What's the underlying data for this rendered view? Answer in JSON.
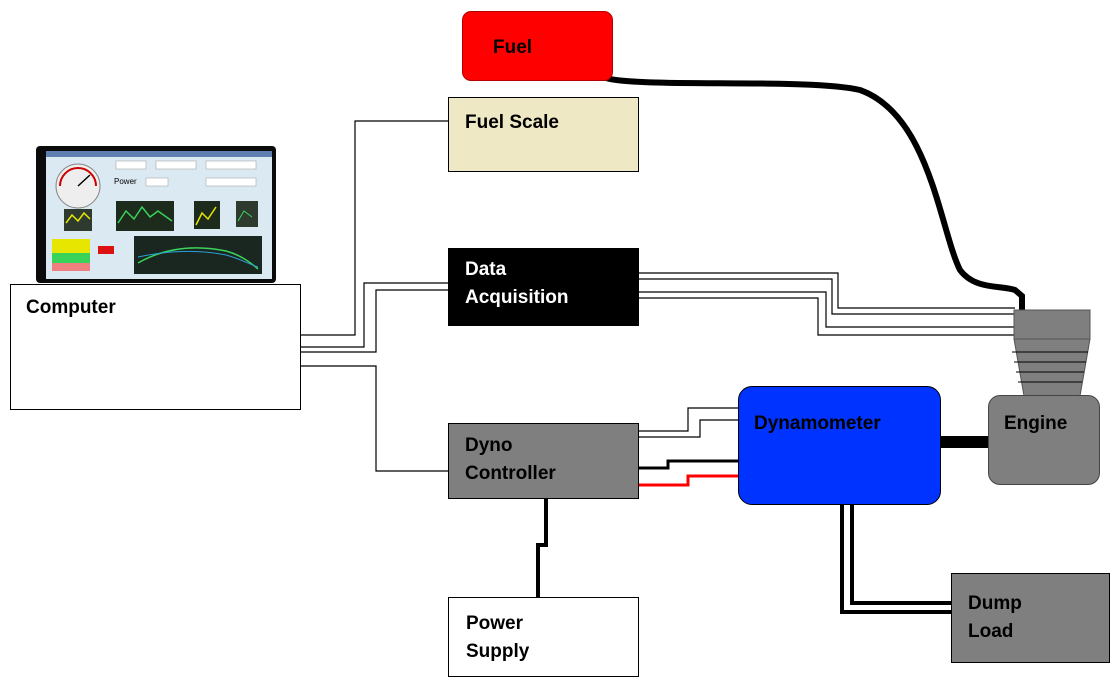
{
  "nodes": {
    "fuel": "Fuel",
    "fuel_scale": "Fuel Scale",
    "data_acquisition": "Data\nAcquisition",
    "computer": "Computer",
    "dyno_controller": "Dyno\nController",
    "dynamometer": "Dynamometer",
    "engine": "Engine",
    "power_supply": "Power\nSupply",
    "dump_load": "Dump\nLoad"
  },
  "colors": {
    "fuel": "#ff0000",
    "fuel_scale": "#efe8c4",
    "data_acquisition": "#000000",
    "dyno_controller": "#7f7f7f",
    "dynamometer": "#0033ff",
    "engine": "#7f7f7f",
    "dump_load": "#7f7f7f",
    "signal_wire_red": "#ff0000"
  },
  "connections": [
    {
      "from": "computer",
      "to": "fuel_scale",
      "style": "thin-single"
    },
    {
      "from": "computer",
      "to": "data_acquisition",
      "style": "thin-single"
    },
    {
      "from": "computer",
      "to": "dyno_controller",
      "style": "thin-single"
    },
    {
      "from": "fuel",
      "to": "engine",
      "style": "thick-black-hose"
    },
    {
      "from": "data_acquisition",
      "to": "engine",
      "style": "thin-double"
    },
    {
      "from": "dyno_controller",
      "to": "dynamometer",
      "style": "thin-double, black, red"
    },
    {
      "from": "dynamometer",
      "to": "engine",
      "style": "thick-shaft"
    },
    {
      "from": "power_supply",
      "to": "dyno_controller",
      "style": "thick-black"
    },
    {
      "from": "dynamometer",
      "to": "dump_load",
      "style": "thick-double"
    }
  ],
  "laptop_image": {
    "screen_readout_label": "Power"
  }
}
